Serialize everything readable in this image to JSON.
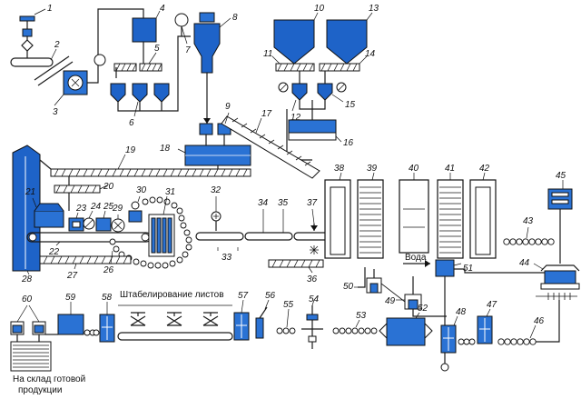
{
  "labels": {
    "n1": "1",
    "n2": "2",
    "n3": "3",
    "n4": "4",
    "n5": "5",
    "n6": "6",
    "n7": "7",
    "n8": "8",
    "n9": "9",
    "n10": "10",
    "n11": "11",
    "n12": "12",
    "n13": "13",
    "n14": "14",
    "n15": "15",
    "n16": "16",
    "n17": "17",
    "n18": "18",
    "n19": "19",
    "n20": "20",
    "n21": "21",
    "n22": "22",
    "n23": "23",
    "n24": "24",
    "n25": "25",
    "n26": "26",
    "n27": "27",
    "n28": "28",
    "n29": "29",
    "n30": "30",
    "n31": "31",
    "n32": "32",
    "n33": "33",
    "n34": "34",
    "n35": "35",
    "n36": "36",
    "n37": "37",
    "n38": "38",
    "n39": "39",
    "n40": "40",
    "n41": "41",
    "n42": "42",
    "n43": "43",
    "n44": "44",
    "n45": "45",
    "n46": "46",
    "n47": "47",
    "n48": "48",
    "n49": "49",
    "n50": "50",
    "n51": "51",
    "n52": "52",
    "n53": "53",
    "n54": "54",
    "n55": "55",
    "n56": "56",
    "n57": "57",
    "n58": "58",
    "n59": "59",
    "n60": "60"
  },
  "captions": {
    "water": "Вода",
    "stacking": "Штабелирование листов",
    "warehouse_line1": "На склад готовой",
    "warehouse_line2": "продукции"
  },
  "colors": {
    "equipment_fill": "#1e63c8",
    "line": "#1a1a1a"
  }
}
